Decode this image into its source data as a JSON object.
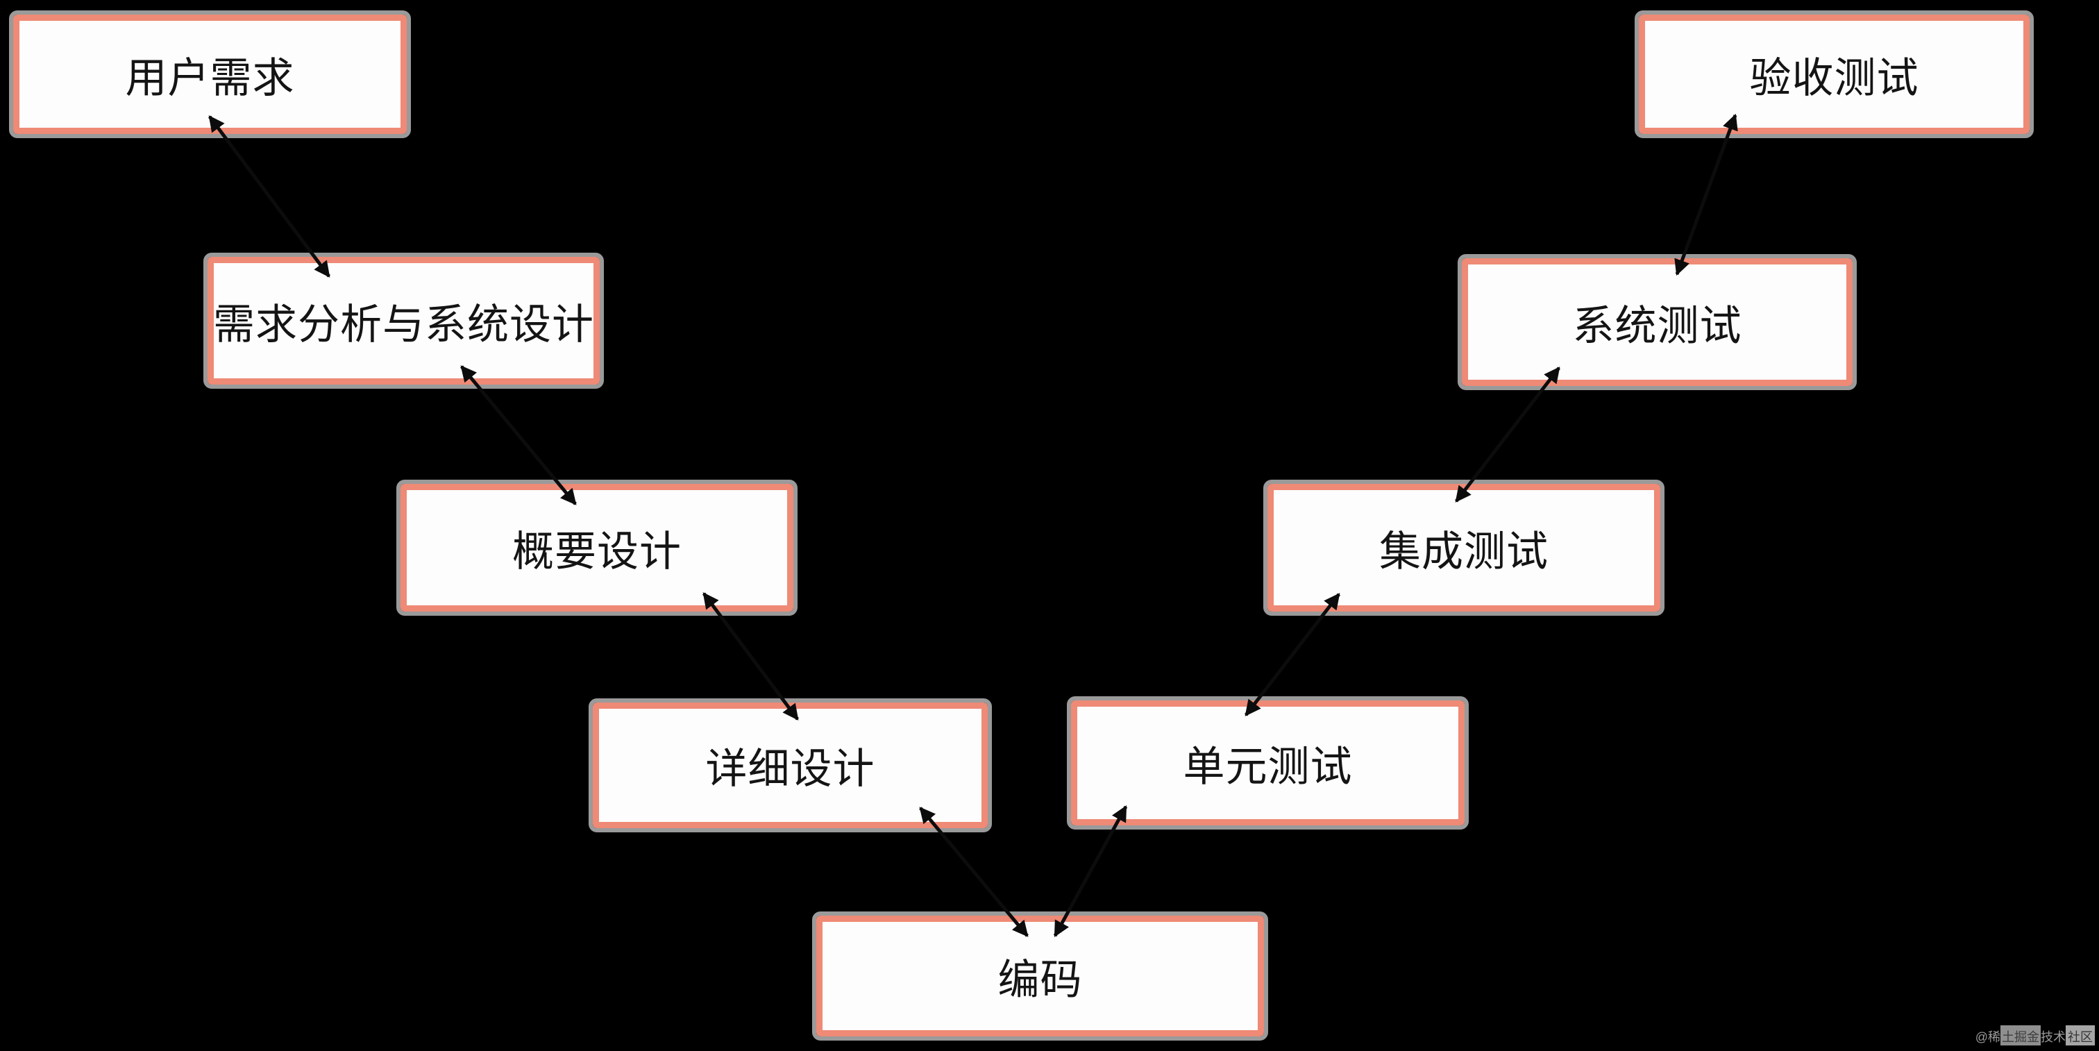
{
  "diagram": {
    "type": "v-model-flow",
    "background": "#000000",
    "node_style": {
      "border_color": "#ee8a76",
      "outline_color": "#9a9a9a",
      "fill": "#fdfdfd",
      "text_color": "#141414"
    },
    "arrow_color": "#0c0c0c",
    "nodes": [
      {
        "id": "user-requirements",
        "label": "用户需求"
      },
      {
        "id": "requirements-analysis-system-design",
        "label": "需求分析与系统设计"
      },
      {
        "id": "outline-design",
        "label": "概要设计"
      },
      {
        "id": "detailed-design",
        "label": "详细设计"
      },
      {
        "id": "coding",
        "label": "编码"
      },
      {
        "id": "unit-test",
        "label": "单元测试"
      },
      {
        "id": "integration-test",
        "label": "集成测试"
      },
      {
        "id": "system-test",
        "label": "系统测试"
      },
      {
        "id": "acceptance-test",
        "label": "验收测试"
      }
    ],
    "connectors": [
      {
        "from": "user-requirements",
        "to": "requirements-analysis-system-design",
        "arrows": "both"
      },
      {
        "from": "requirements-analysis-system-design",
        "to": "outline-design",
        "arrows": "both"
      },
      {
        "from": "outline-design",
        "to": "detailed-design",
        "arrows": "both"
      },
      {
        "from": "detailed-design",
        "to": "coding",
        "arrows": "both"
      },
      {
        "from": "coding",
        "to": "unit-test",
        "arrows": "both"
      },
      {
        "from": "unit-test",
        "to": "integration-test",
        "arrows": "both"
      },
      {
        "from": "integration-test",
        "to": "system-test",
        "arrows": "both"
      },
      {
        "from": "system-test",
        "to": "acceptance-test",
        "arrows": "both"
      }
    ]
  },
  "watermark": {
    "text": "@稀土掘金技术社区",
    "segments": [
      {
        "text": "@稀",
        "color": "#9b9b9b",
        "bg": null
      },
      {
        "text": "土掘金",
        "color": "#3d3d3d",
        "bg": "#8f8f8f"
      },
      {
        "text": "技术",
        "color": "#9b9b9b",
        "bg": null
      },
      {
        "text": "社区",
        "color": "#353535",
        "bg": "#a6a6a6"
      }
    ]
  }
}
